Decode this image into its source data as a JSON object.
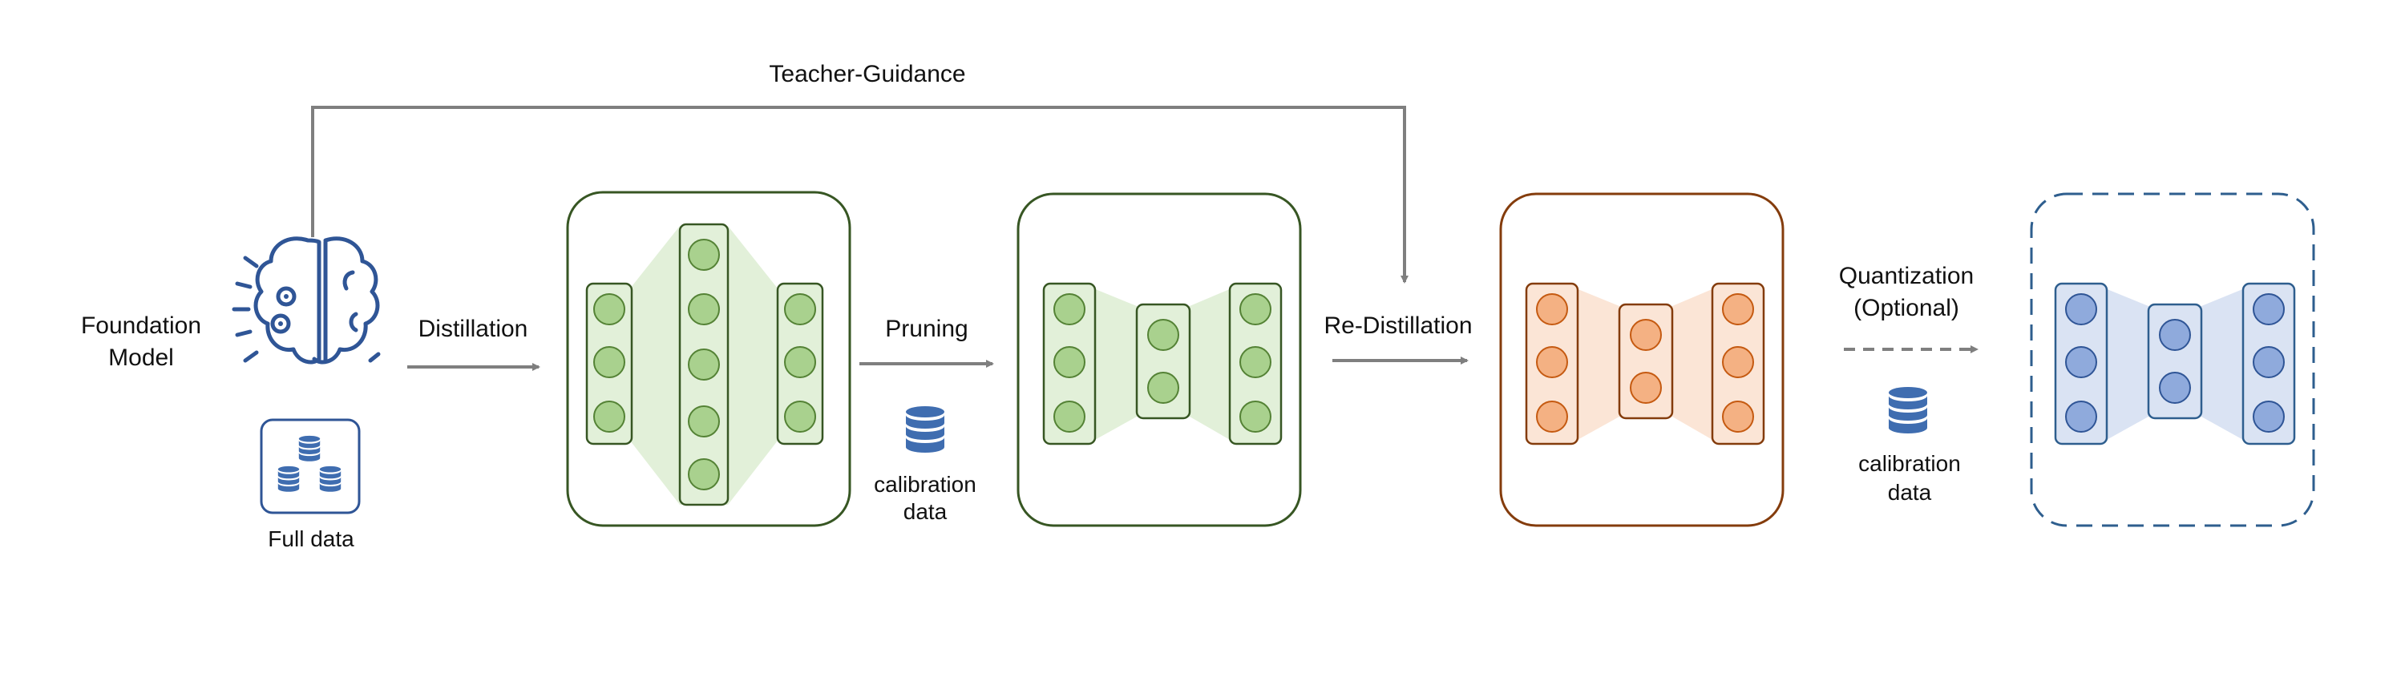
{
  "labels": {
    "teacher_guidance": "Teacher-Guidance",
    "foundation_line1": "Foundation",
    "foundation_line2": "Model",
    "distillation": "Distillation",
    "pruning": "Pruning",
    "re_distillation": "Re-Distillation",
    "quantization_line1": "Quantization",
    "quantization_line2": "(Optional)",
    "full_data": "Full data",
    "calib1_line1": "calibration",
    "calib1_line2": "data",
    "calib2_line1": "calibration",
    "calib2_line2": "data"
  },
  "colors": {
    "arrow": "#7f7f7f",
    "brain": "#2f5596",
    "database": "#3f6db0",
    "green_border": "#375623",
    "green_fill": "#e2f0d9",
    "green_node": "#a9d18e",
    "green_node_stroke": "#548235",
    "orange_border": "#843c0c",
    "orange_fill": "#fbe5d6",
    "orange_node": "#f4b183",
    "orange_node_stroke": "#c55a11",
    "blue_border": "#2e5e8e",
    "blue_fill": "#dae3f3",
    "blue_node": "#8faadc",
    "blue_node_stroke": "#2f5596"
  },
  "stages": [
    {
      "name": "teacher-network",
      "layers": [
        3,
        5,
        3
      ],
      "color": "green",
      "border": "solid"
    },
    {
      "name": "pruned-network",
      "layers": [
        3,
        2,
        3
      ],
      "color": "green",
      "border": "solid"
    },
    {
      "name": "redistilled-network",
      "layers": [
        3,
        2,
        3
      ],
      "color": "orange",
      "border": "solid"
    },
    {
      "name": "quantized-network",
      "layers": [
        3,
        2,
        3
      ],
      "color": "blue",
      "border": "dashed"
    }
  ],
  "icons": [
    "brain-gears-icon",
    "database-stack-icon",
    "database-icon",
    "database-icon"
  ]
}
